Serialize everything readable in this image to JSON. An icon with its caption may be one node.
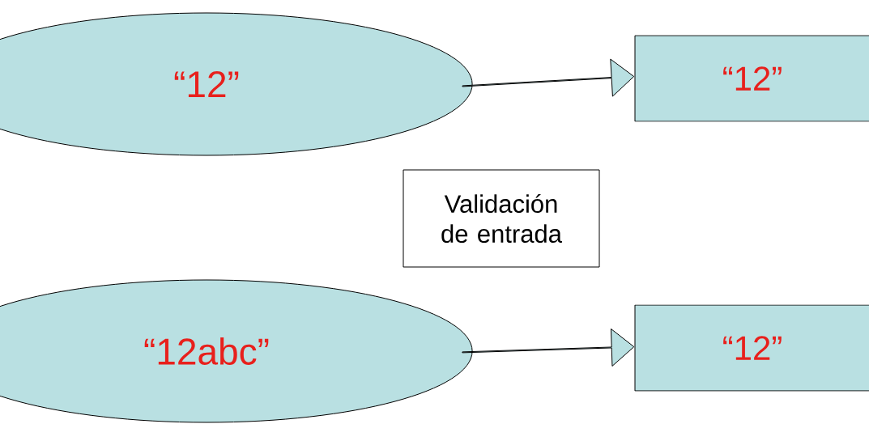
{
  "diagram": {
    "nodes": [
      {
        "text": [
          "“12”"
        ]
      },
      {
        "text": [
          "“12”"
        ]
      },
      {
        "text": [
          "Validación de entrada"
        ]
      },
      {
        "text": [
          "“12abc”"
        ]
      },
      {
        "text": [
          "“12”"
        ]
      }
    ],
    "edges": [
      {
        "from": 0,
        "to": 1,
        "arrow": "to"
      },
      {
        "from": 3,
        "to": 4,
        "arrow": "to"
      }
    ]
  }
}
